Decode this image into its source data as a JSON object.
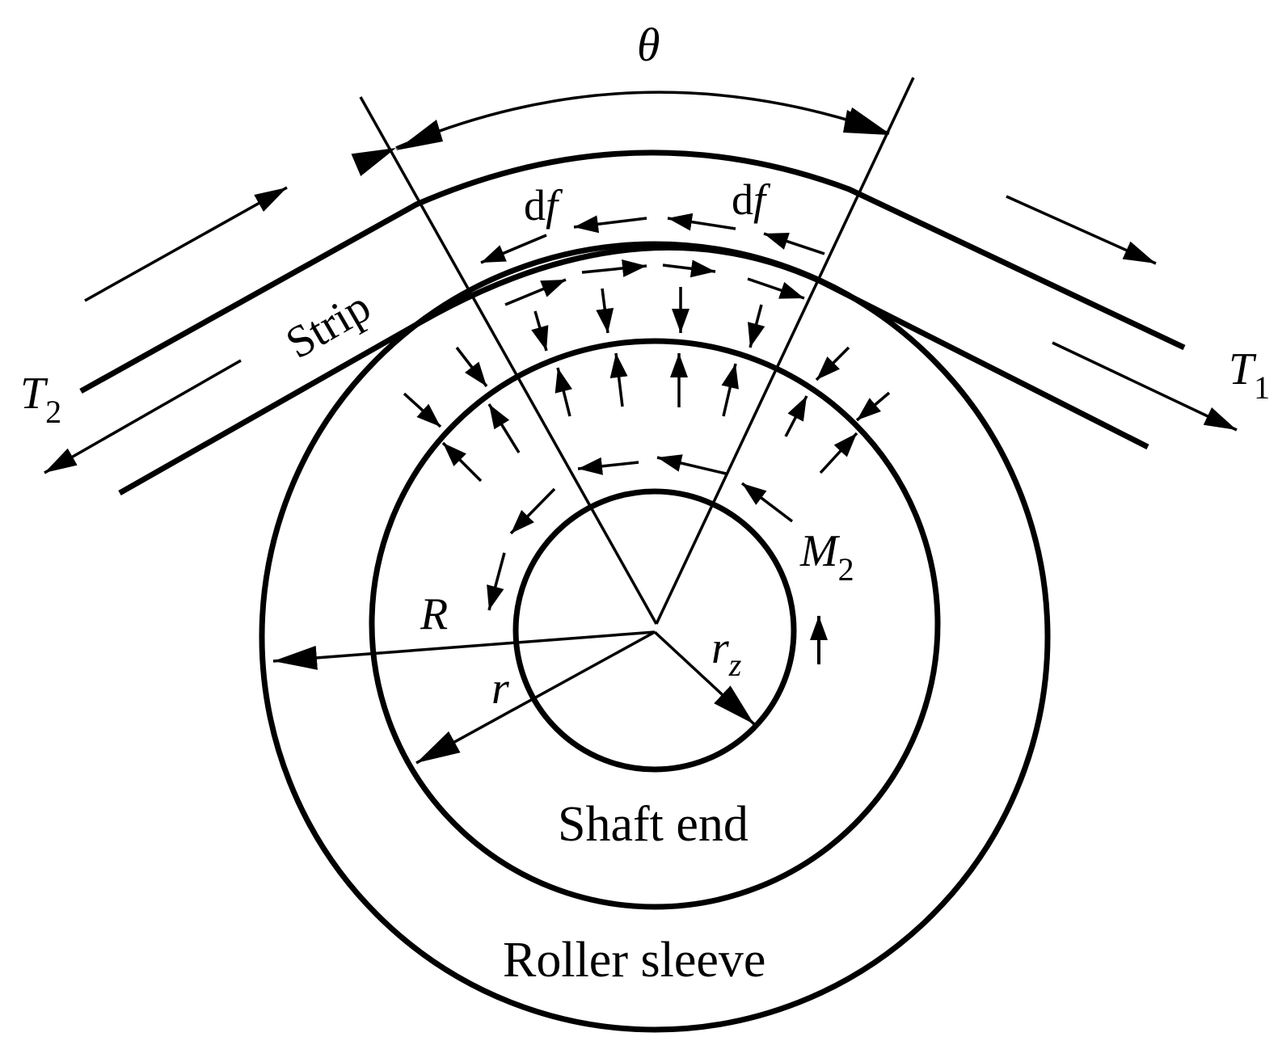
{
  "labels": {
    "theta": "θ",
    "T1": {
      "main": "T",
      "sub": "1"
    },
    "T2": {
      "main": "T",
      "sub": "2"
    },
    "strip": "Strip",
    "df_left": {
      "d": "d",
      "f": "f"
    },
    "df_right": {
      "d": "d",
      "f": "f"
    },
    "M2": {
      "main": "M",
      "sub": "2"
    },
    "R": "R",
    "r": "r",
    "rz": {
      "main": "r",
      "sub": "z"
    },
    "shaft_end": "Shaft end",
    "roller_sleeve": "Roller sleeve"
  },
  "colors": {
    "ink": "#000000",
    "background": "#ffffff"
  }
}
